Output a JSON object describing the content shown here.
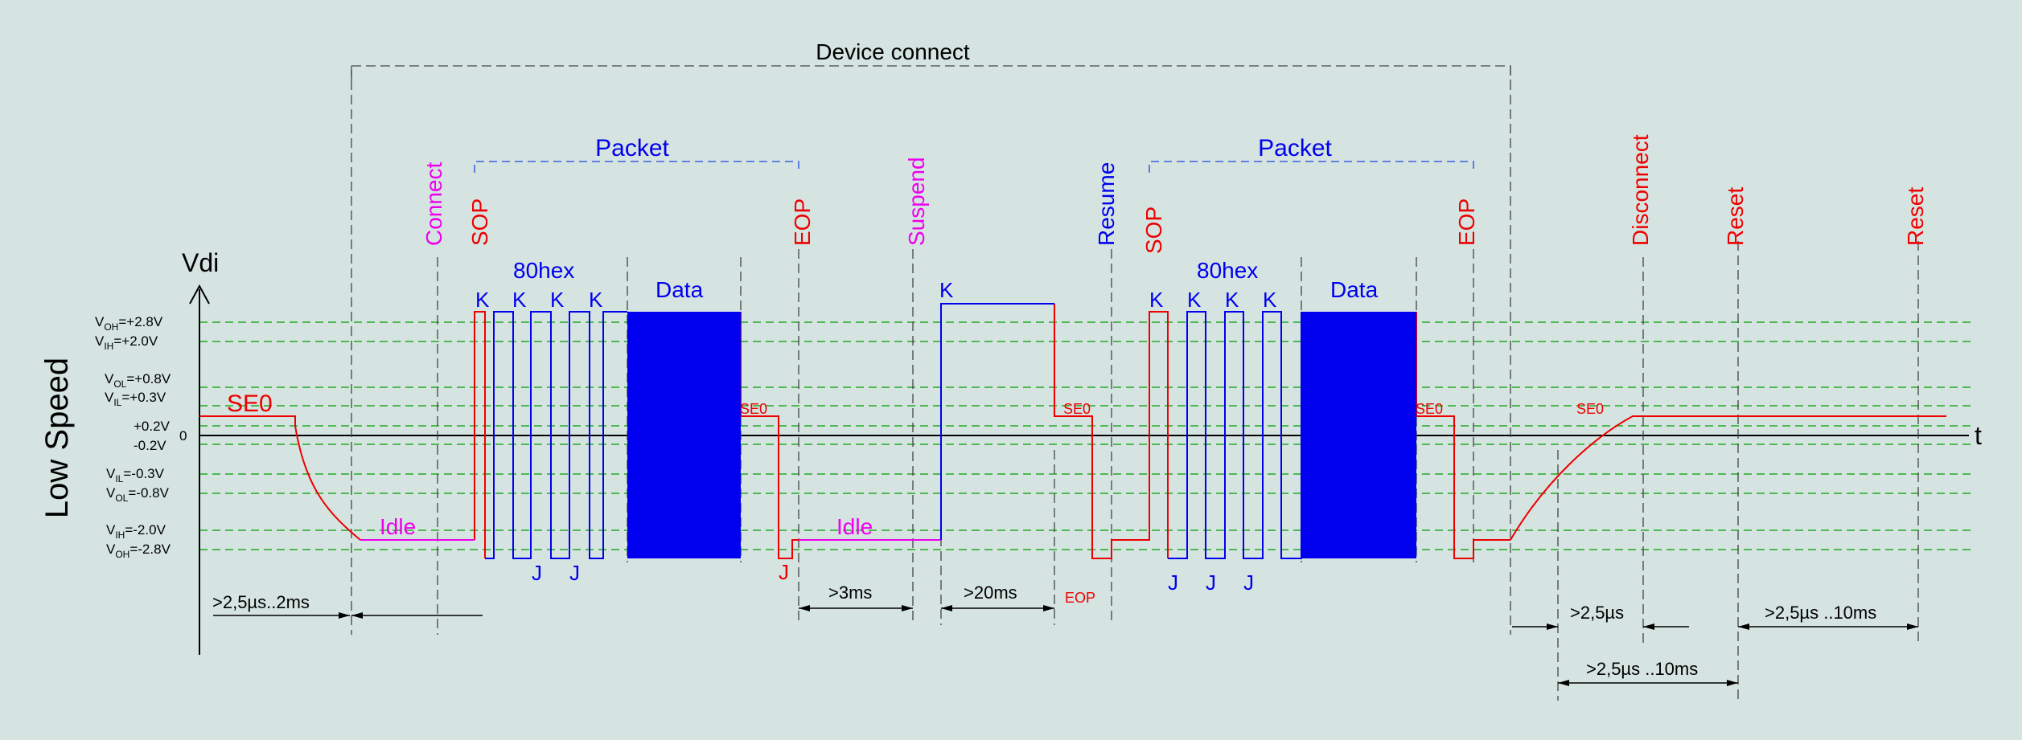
{
  "axis": {
    "y_title": "Vdi",
    "x_title": "t",
    "speed_label": "Low Speed"
  },
  "levels": {
    "voh_pos": "=+2.8V",
    "vih_pos": "=+2.0V",
    "vol_pos": "=+0.8V",
    "vil_pos": "=+0.3V",
    "plus02": "+0.2V",
    "zero": "0",
    "minus02": "-0.2V",
    "vil_neg": "=-0.3V",
    "vol_neg": "=-0.8V",
    "vih_neg": "=-2.0V",
    "voh_neg": "=-2.8V",
    "sub_voh": "OH",
    "sub_vih": "IH",
    "sub_vol": "OL",
    "sub_vil": "IL",
    "v": "V"
  },
  "top": {
    "device_connect": "Device connect",
    "packet": "Packet"
  },
  "events": {
    "connect": "Connect",
    "sop": "SOP",
    "eop": "EOP",
    "suspend": "Suspend",
    "resume": "Resume",
    "disconnect": "Disconnect",
    "reset": "Reset"
  },
  "states": {
    "se0": "SE0",
    "idle": "Idle",
    "k": "K",
    "j": "J",
    "sync": "80hex",
    "data": "Data",
    "eop": "EOP"
  },
  "timings": {
    "t1": ">2,5µs..2ms",
    "t2": ">3ms",
    "t3": ">20ms",
    "t4": ">2,5µs",
    "t5": ">2,5µs ..10ms",
    "t6": ">2,5µs ..10ms"
  },
  "colors": {
    "background": "#d5e4e1",
    "red": "#ee0000",
    "blue": "#0000ee",
    "magenta": "#ee00ee",
    "green_dash": "#22aa22",
    "black": "#000000"
  }
}
